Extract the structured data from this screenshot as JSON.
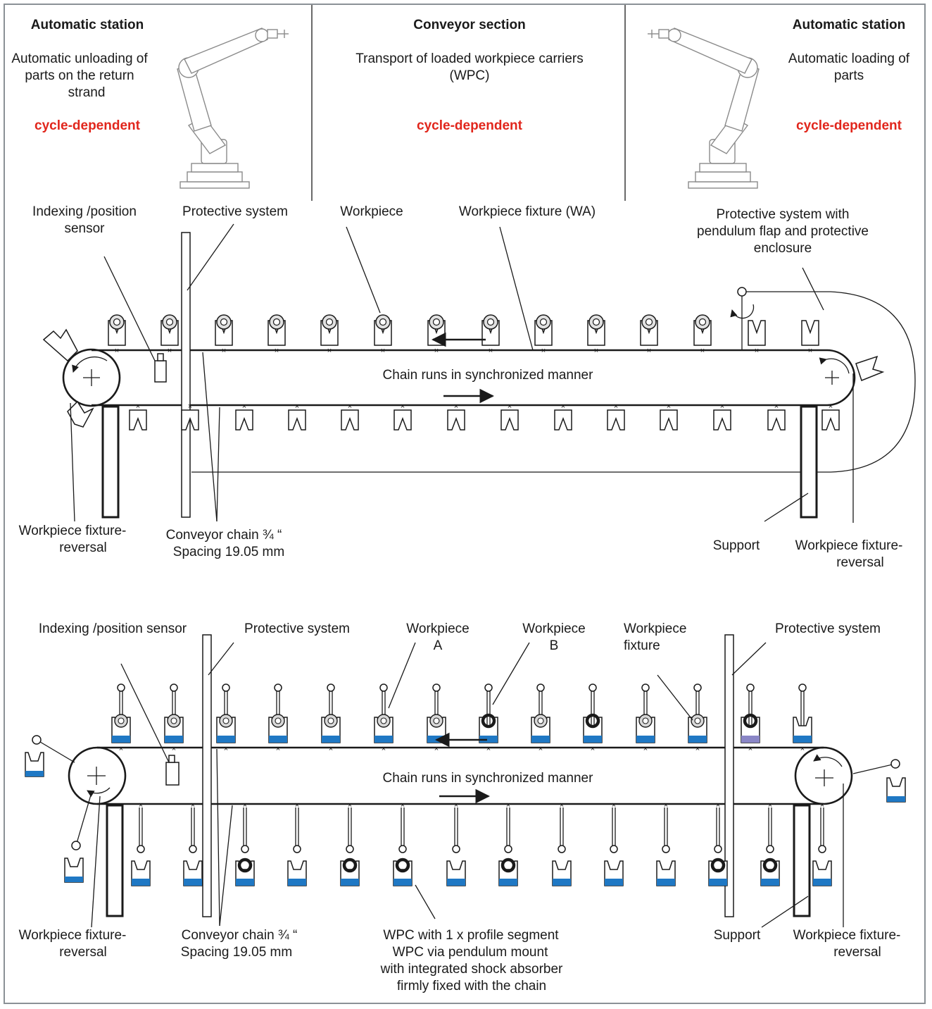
{
  "colors": {
    "accent_red": "#e1261c",
    "fixture_blue": "#1f78c4",
    "fixture_purple": "#8a86c6",
    "frame": "#8b9196"
  },
  "header": {
    "left": {
      "title": "Automatic station",
      "lines": [
        "Automatic unloading of",
        "parts on the return",
        "strand"
      ],
      "status": "cycle-dependent"
    },
    "center": {
      "title": "Conveyor section",
      "lines": [
        "Transport of loaded workpiece carriers",
        "(WPC)"
      ],
      "status": "cycle-dependent"
    },
    "right": {
      "title": "Automatic station",
      "lines": [
        "Automatic loading of",
        "parts"
      ],
      "status": "cycle-dependent"
    }
  },
  "top": {
    "labels": {
      "sensor": [
        "Indexing /position",
        "sensor"
      ],
      "protective": "Protective system",
      "workpiece": "Workpiece",
      "fixture": "Workpiece fixture (WA)",
      "pendulum": [
        "Protective system with",
        "pendulum flap and protective",
        "enclosure"
      ],
      "chain_runs": "Chain runs in synchronized manner",
      "reversal_left": [
        "Workpiece fixture-",
        "reversal"
      ],
      "chain": [
        "Conveyor chain ¾ “",
        "Spacing 19.05 mm"
      ],
      "support": "Support",
      "reversal_right": [
        "Workpiece fixture-",
        "reversal"
      ]
    }
  },
  "bottom": {
    "labels": {
      "sensor": "Indexing /position sensor",
      "protective_left": "Protective system",
      "workpiece_a": [
        "Workpiece",
        "A"
      ],
      "workpiece_b": [
        "Workpiece",
        "B"
      ],
      "fixture": [
        "Workpiece",
        "fixture"
      ],
      "protective_right": "Protective system",
      "chain_runs": "Chain runs in synchronized manner",
      "reversal_left": [
        "Workpiece fixture-",
        "reversal"
      ],
      "chain": [
        "Conveyor chain ¾ “",
        "Spacing 19.05 mm"
      ],
      "wpc": [
        "WPC with 1 x profile segment",
        "WPC via pendulum mount",
        "with integrated shock absorber",
        "firmly fixed with the chain"
      ],
      "support": "Support",
      "reversal_right": [
        "Workpiece fixture-",
        "reversal"
      ]
    }
  }
}
